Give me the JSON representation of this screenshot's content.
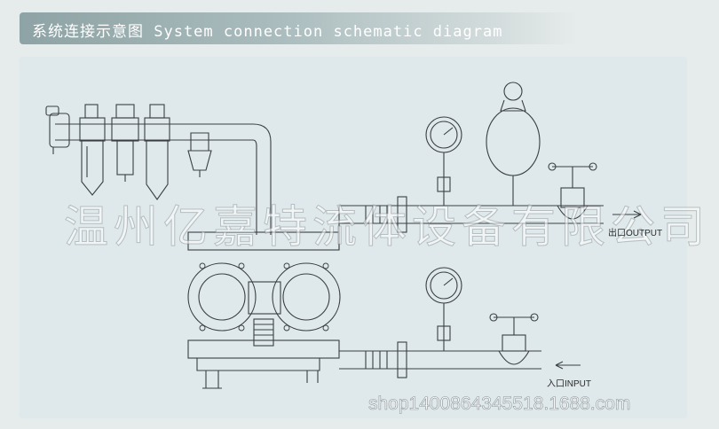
{
  "header": {
    "title": "系统连接示意图 System connection schematic diagram"
  },
  "labels": {
    "outlet": "出口OUTPUT",
    "inlet": "入口INPUT"
  },
  "watermarks": {
    "company": "温州亿嘉特流体设备有限公司",
    "shop": "shop1400864345518.1688.com"
  },
  "colors": {
    "background": "#e6eceb",
    "panel": "#dfe8ea",
    "line": "#3a3f42",
    "header_gradient_start": "#8ea3a5"
  }
}
